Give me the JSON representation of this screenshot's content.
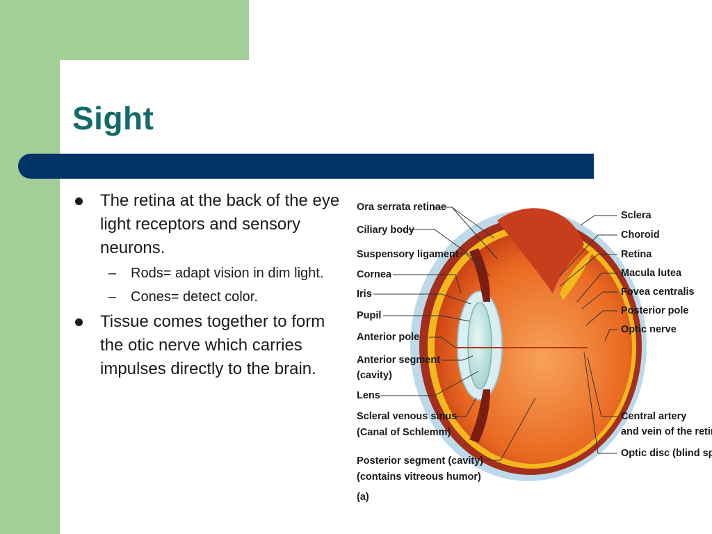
{
  "slide": {
    "title": "Sight",
    "bullets": [
      {
        "text": "The retina at the back of the eye light receptors and sensory neurons.",
        "subs": [
          "Rods= adapt vision in dim light.",
          "Cones= detect color."
        ]
      },
      {
        "text": "Tissue comes together to form the otic nerve which carries impulses directly to the brain."
      }
    ]
  },
  "diagram": {
    "left_labels": [
      "Ora serrata retinae",
      "Ciliary body",
      "Suspensory ligament",
      "Cornea",
      "Iris",
      "Pupil",
      "Anterior pole",
      "Anterior segment",
      "(cavity)",
      "Lens",
      "Scleral venous sinus",
      "(Canal of Schlemm)",
      "Posterior segment (cavity)",
      "(contains vitreous humor)"
    ],
    "right_labels": [
      "Sclera",
      "Choroid",
      "Retina",
      "Macula lutea",
      "Fovea centralis",
      "Posterior pole",
      "Optic nerve",
      "Central artery",
      "and vein of the retina",
      "Optic disc (blind spot)"
    ],
    "panel_letter": "(a)"
  },
  "colors": {
    "accent_green": "#a2cf98",
    "title_teal": "#136a6a",
    "bar_navy": "#003366"
  }
}
